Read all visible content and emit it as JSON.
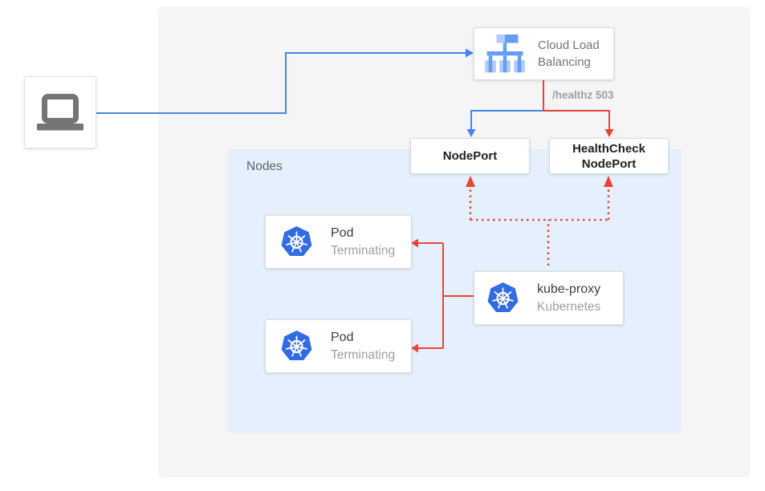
{
  "colors": {
    "blue": "#4285f4",
    "red": "#ea4335",
    "k8s_blue": "#326ce5",
    "clb_medium": "#669df6",
    "clb_light": "#aecbfa",
    "panel_bg": "#f5f5f5",
    "nodes_bg": "#e4f1fc",
    "border": "#dadce0",
    "text_dark": "#202124",
    "text_gray": "#757575",
    "text_light": "#9aa0a6",
    "laptop_gray": "#757575"
  },
  "nodes_panel": {
    "label": "Nodes"
  },
  "cloud_load_balancing": {
    "label": "Cloud Load Balancing"
  },
  "health_check_annotation": "/healthz 503",
  "nodeport": {
    "label": "NodePort"
  },
  "healthcheck_nodeport": {
    "label": "HealthCheck NodePort"
  },
  "pods": [
    {
      "title": "Pod",
      "subtitle": "Terminating"
    },
    {
      "title": "Pod",
      "subtitle": "Terminating"
    }
  ],
  "kube_proxy": {
    "title": "kube-proxy",
    "subtitle": "Kubernetes"
  }
}
